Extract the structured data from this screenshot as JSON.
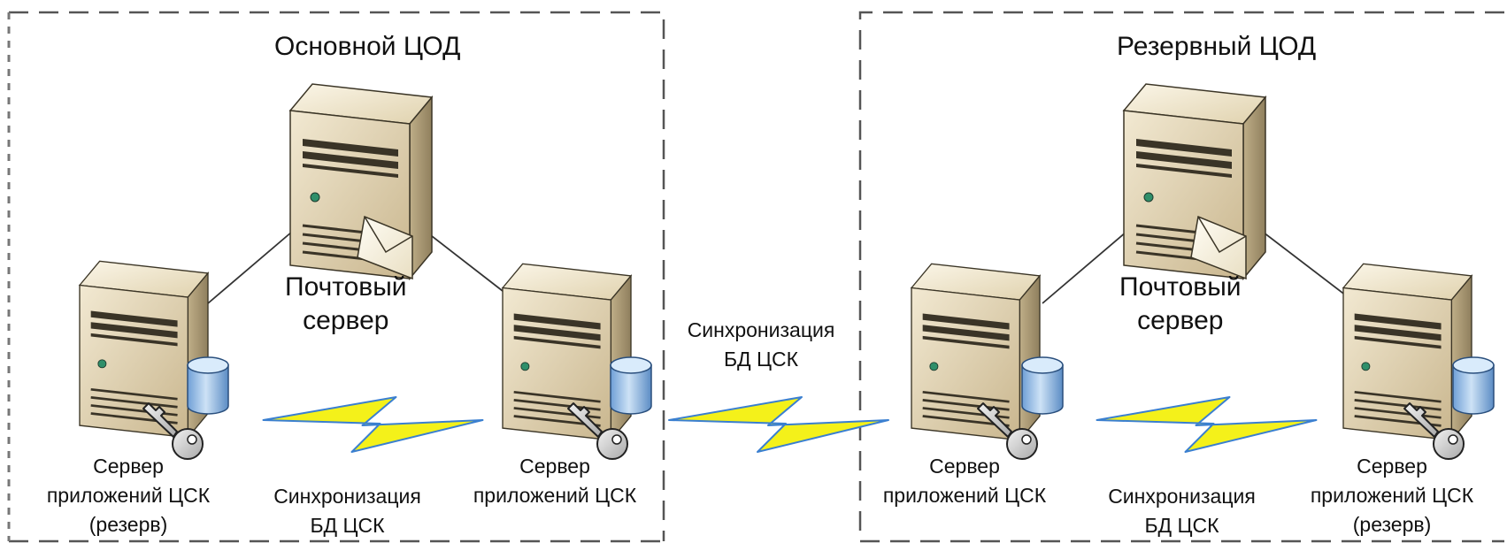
{
  "datacenters": {
    "primary": {
      "title": "Основной ЦОД",
      "mail_server": {
        "line1": "Почтовый",
        "line2": "сервер"
      },
      "app_server_left": {
        "line1": "Сервер",
        "line2": "приложений ЦСК",
        "line3": "(резерв)"
      },
      "app_server_right": {
        "line1": "Сервер",
        "line2": "приложений ЦСК"
      },
      "sync_label": {
        "line1": "Синхронизация",
        "line2": "БД ЦСК"
      }
    },
    "backup": {
      "title": "Резервный ЦОД",
      "mail_server": {
        "line1": "Почтовый",
        "line2": "сервер"
      },
      "app_server_left": {
        "line1": "Сервер",
        "line2": "приложений ЦСК"
      },
      "app_server_right": {
        "line1": "Сервер",
        "line2": "приложений ЦСК",
        "line3": "(резерв)"
      },
      "sync_label": {
        "line1": "Синхронизация",
        "line2": "БД ЦСК"
      }
    }
  },
  "intersite_sync": {
    "line1": "Синхронизация",
    "line2": "БД ЦСК"
  },
  "icons": {
    "server": "tower-server-icon",
    "database": "database-cylinder-icon",
    "key": "key-icon",
    "mail": "envelope-icon",
    "sync": "lightning-bolt-icon"
  },
  "colors": {
    "dashed_border": "#555555",
    "server_front": "#d6c6a1",
    "server_side": "#b4a37d",
    "database": "#9ec4e8",
    "bolt_fill": "#f4f11a",
    "bolt_edge": "#3a7fd0",
    "connector": "#333333"
  }
}
